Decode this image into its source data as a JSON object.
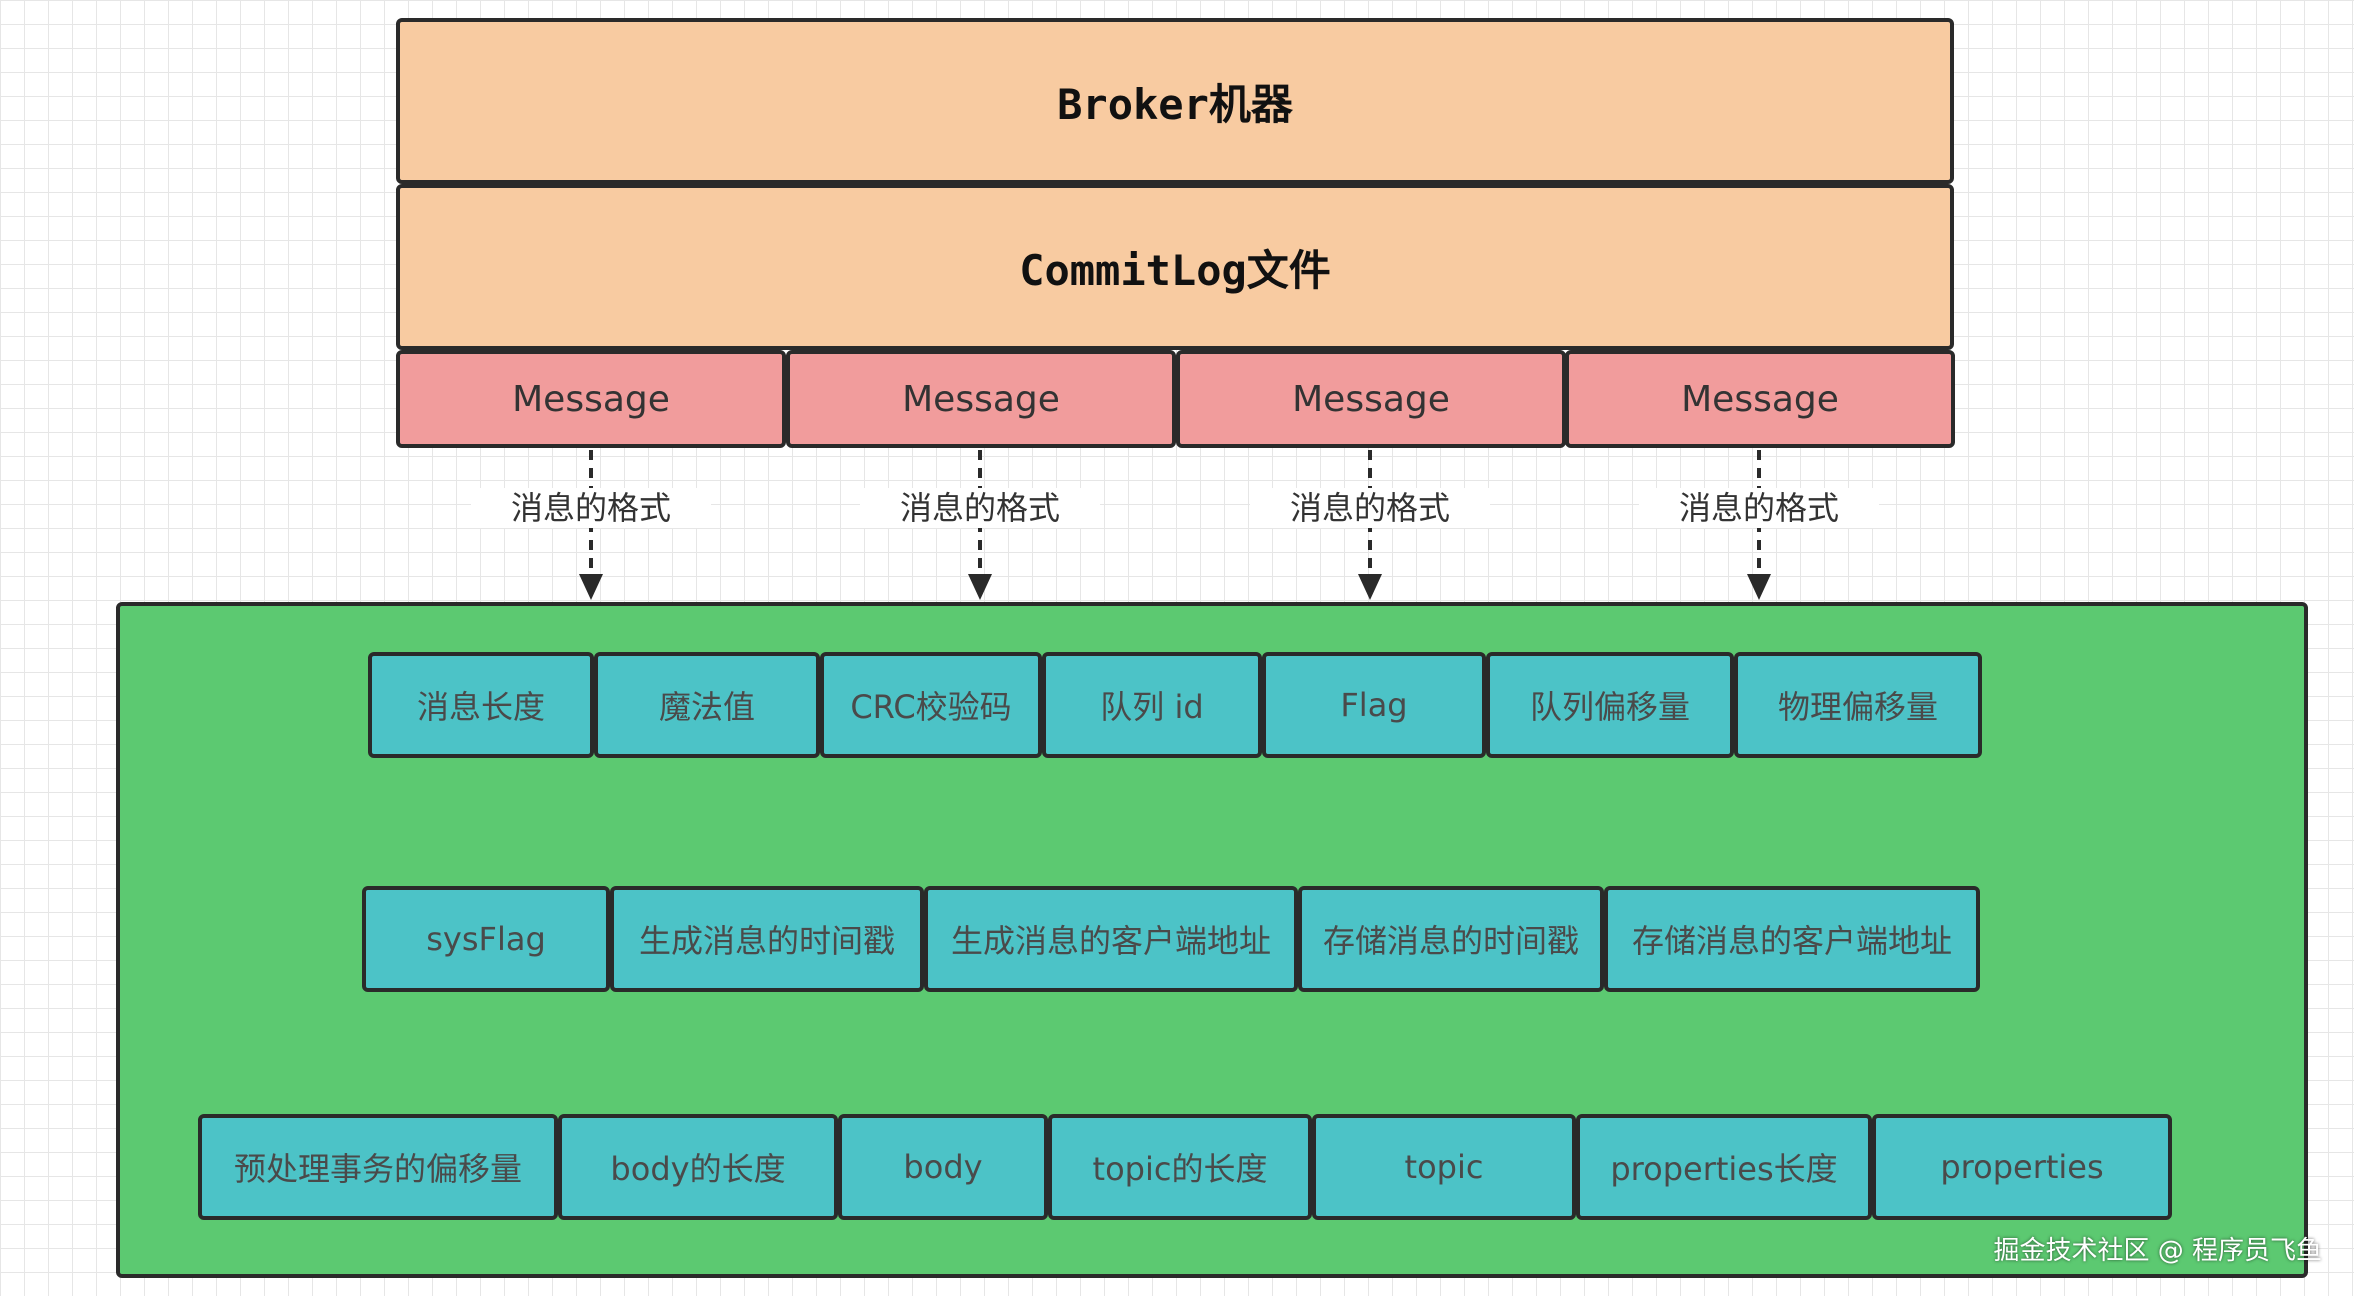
{
  "diagram": {
    "broker_title": "Broker机器",
    "commitlog_title": "CommitLog文件",
    "messages": [
      "Message",
      "Message",
      "Message",
      "Message"
    ],
    "arrow_label": "消息的格式",
    "fields_row1": [
      "消息长度",
      "魔法值",
      "CRC校验码",
      "队列 id",
      "Flag",
      "队列偏移量",
      "物理偏移量"
    ],
    "fields_row2": [
      "sysFlag",
      "生成消息的时间戳",
      "生成消息的客户端地址",
      "存储消息的时间戳",
      "存储消息的客户端地址"
    ],
    "fields_row3": [
      "预处理事务的偏移量",
      "body的长度",
      "body",
      "topic的长度",
      "topic",
      "properties长度",
      "properties"
    ]
  },
  "watermark": "掘金技术社区 @ 程序员飞鱼",
  "colors": {
    "header_fill": "#f8cba1",
    "message_fill": "#f19c9c",
    "container_fill": "#5cc971",
    "field_fill": "#4cc3c7",
    "stroke": "#2a2a2a"
  }
}
